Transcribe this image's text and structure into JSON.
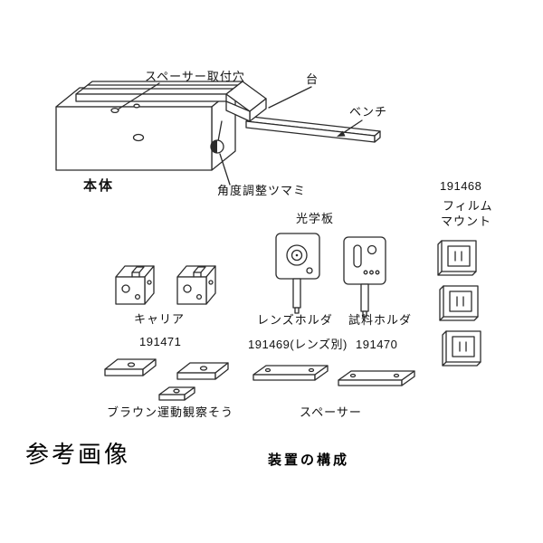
{
  "colors": {
    "background": "#ffffff",
    "line": "#2b2b2b",
    "text": "#111111"
  },
  "diagram": {
    "title_left": "参考画像",
    "title_center": "装置の構成"
  },
  "apparatus": {
    "label_spacer_hole": "スペーサー取付穴",
    "label_stand": "台",
    "label_bench": "ベンチ",
    "label_main_body": "本体",
    "label_angle_knob": "角度調整ツマミ"
  },
  "parts": {
    "film_mount_code": "191468",
    "film_mount_name_1": "フィルム",
    "film_mount_name_2": "マウント",
    "optical_plate_label": "光学板",
    "lens_holder_label": "レンズホルダ",
    "lens_holder_code": "191469(レンズ別)",
    "sample_holder_label": "試料ホルダ",
    "sample_holder_code": "191470",
    "carrier_label": "キャリア",
    "carrier_code": "191471",
    "brownian_label": "ブラウン運動観察そう",
    "spacer_label": "スペーサー"
  }
}
